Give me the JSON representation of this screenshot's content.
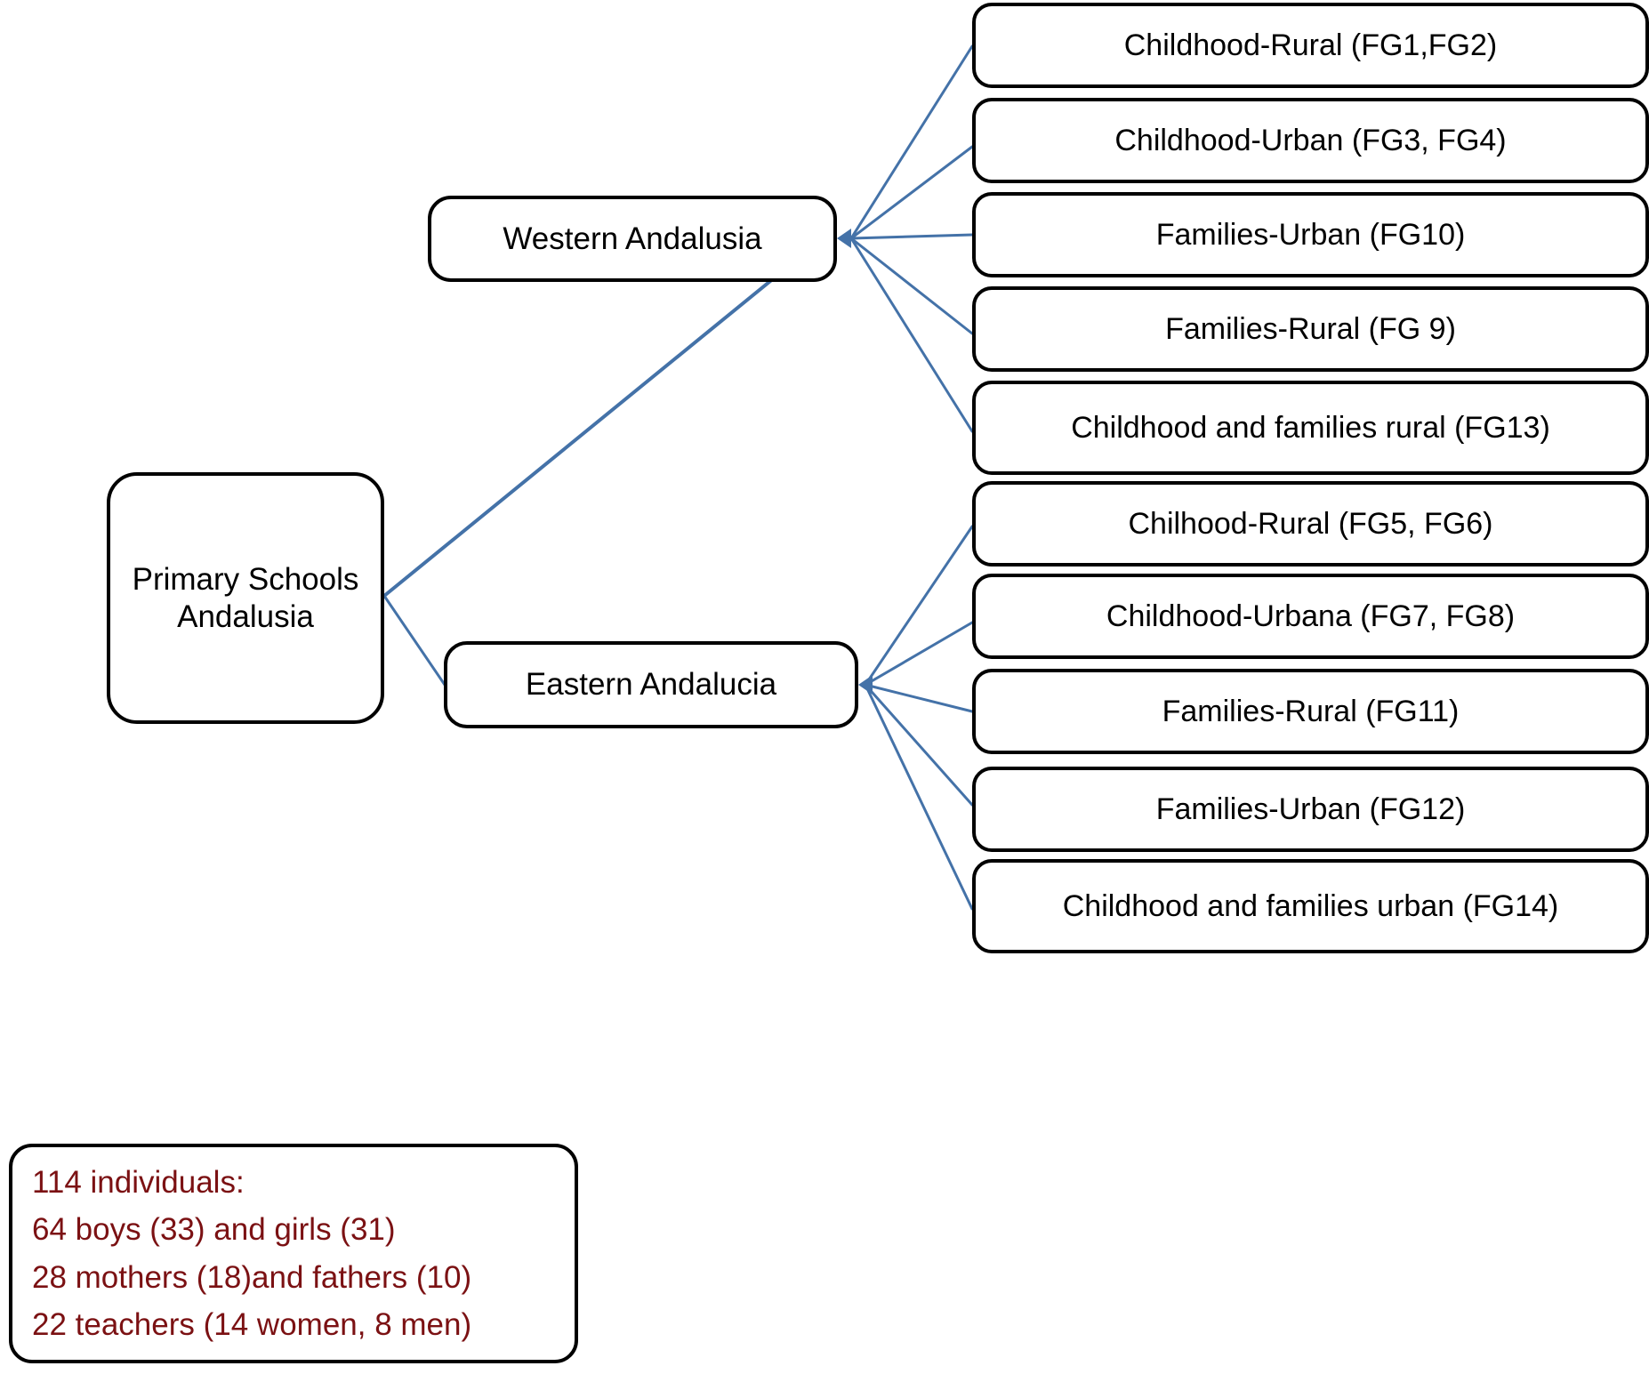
{
  "diagram": {
    "title_node": {
      "label": "Primary Schools\nAndalusia",
      "name": "primary-schools-andalusia"
    },
    "branches": [
      {
        "label": "Western Andalusia",
        "name": "western-andalusia"
      },
      {
        "label": "Eastern Andalucia",
        "name": "eastern-andalucia"
      }
    ],
    "western_groups": [
      {
        "label": "Childhood-Rural (FG1,FG2)"
      },
      {
        "label": "Childhood-Urban (FG3, FG4)"
      },
      {
        "label": "Families-Urban (FG10)"
      },
      {
        "label": "Families-Rural (FG 9)"
      },
      {
        "label": "Childhood and families rural (FG13)"
      }
    ],
    "eastern_groups": [
      {
        "label": "Chilhood-Rural (FG5, FG6)"
      },
      {
        "label": "Childhood-Urbana (FG7, FG8)"
      },
      {
        "label": "Families-Rural (FG11)"
      },
      {
        "label": "Families-Urban (FG12)"
      },
      {
        "label": "Childhood and families urban (FG14)"
      }
    ],
    "legend": {
      "lines": [
        "114 individuals:",
        "64 boys (33) and girls (31)",
        "28 mothers (18)and fathers (10)",
        "22 teachers (14 women, 8 men)"
      ]
    },
    "colors": {
      "connector": "#4472A8",
      "node_border": "#000000",
      "node_text": "#000000",
      "legend_text": "#7B1113",
      "background": "#FFFFFF"
    }
  }
}
